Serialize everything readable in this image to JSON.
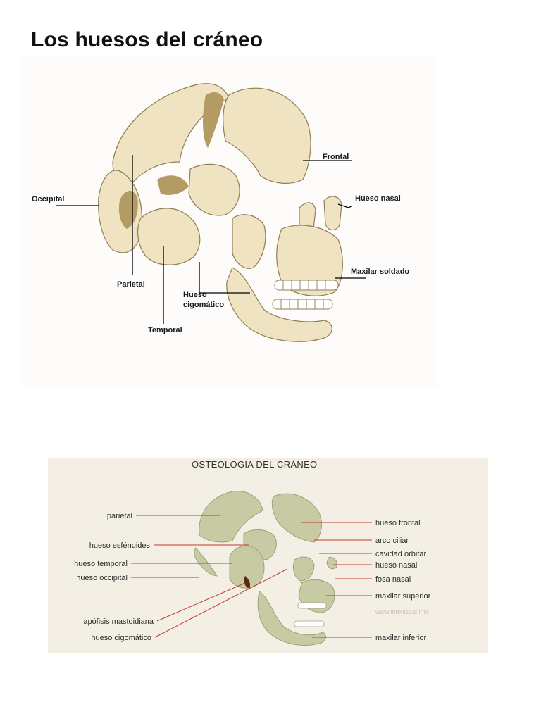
{
  "title": "Los huesos del cráneo",
  "diagram1": {
    "labels": {
      "frontal": "Frontal",
      "occipital": "Occipital",
      "hueso_nasal": "Hueso nasal",
      "maxilar": "Maxilar soldado",
      "parietal": "Parietal",
      "cigomatico_1": "Hueso",
      "cigomatico_2": "cigomático",
      "temporal": "Temporal"
    }
  },
  "diagram2": {
    "title": "OSTEOLOGÍA DEL CRÁNEO",
    "watermark": "www.infovisual.info",
    "left_labels": {
      "parietal": "parietal",
      "esfenoides": "hueso esfénoides",
      "temporal": "hueso temporal",
      "occipital": "hueso occipital",
      "mastoidiana": "apófisis mastoidiana",
      "cigomatico": "hueso cigomático"
    },
    "right_labels": {
      "frontal": "hueso frontal",
      "arco": "arco ciliar",
      "cavidad": "cavidad orbitar",
      "nasal": "hueso nasal",
      "fosa": "fosa nasal",
      "maxilar_sup": "maxilar superior",
      "maxilar_inf": "maxilar inferior"
    },
    "colors": {
      "bone": "#c7cba4",
      "bone_dark": "#a9ad84",
      "line": "#c0392b"
    }
  }
}
